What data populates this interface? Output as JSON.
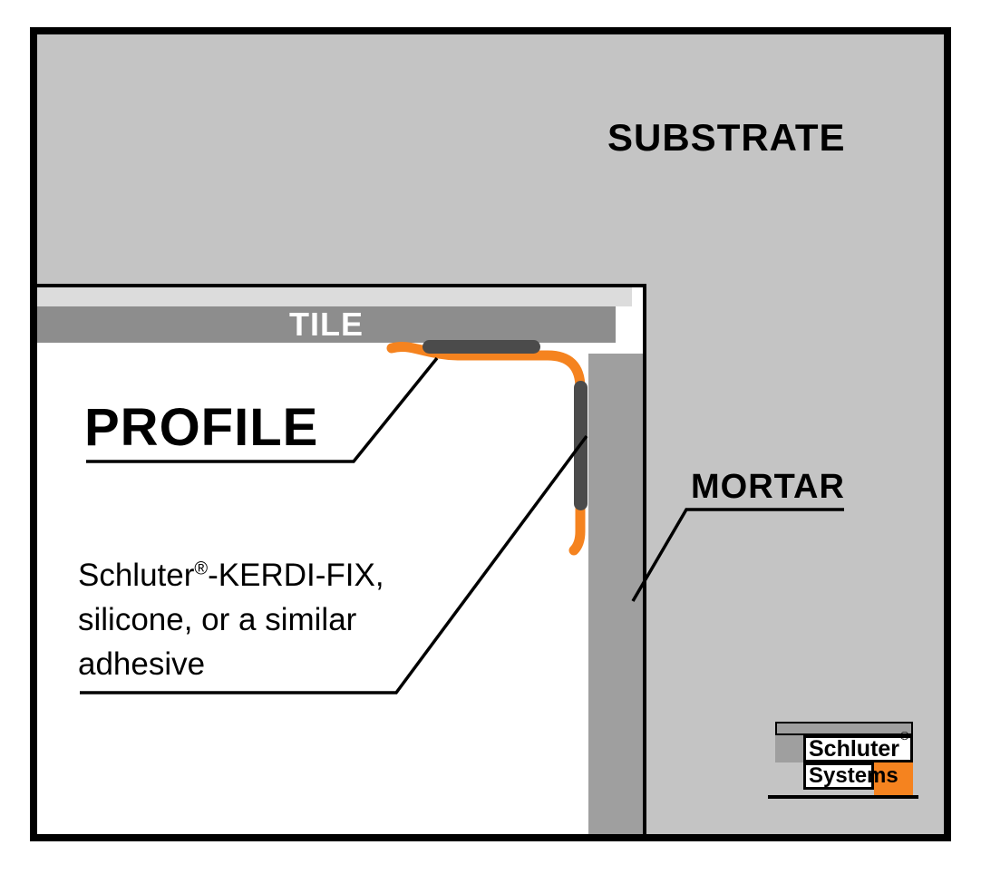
{
  "labels": {
    "substrate": "SUBSTRATE",
    "tile": "TILE",
    "profile": "PROFILE",
    "mortar": "MORTAR"
  },
  "adhesive_note": {
    "prefix": "Schluter",
    "registered": "®",
    "suffix": "-KERDI-FIX,",
    "line2": "silicone, or a similar",
    "line3": "adhesive"
  },
  "colors": {
    "substrate_gray": "#c4c4c4",
    "tile_gray": "#8d8d8d",
    "tile_bed_gray": "#dcdcdc",
    "mortar_gray": "#9f9f9f",
    "profile_orange": "#f5831f",
    "adhesive_dark": "#4b4b4b",
    "line_black": "#000000"
  },
  "logo": {
    "name_top": "Schluter",
    "registered": "®",
    "name_bottom": "Systems"
  }
}
